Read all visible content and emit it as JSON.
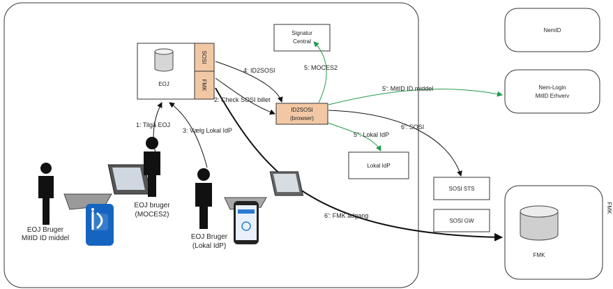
{
  "colors": {
    "green": "#1f9a4a",
    "black": "#111111",
    "orange": "#f2c8a4",
    "phone_blue": "#1565c0"
  },
  "icons": [
    "person-icon",
    "laptop-icon",
    "phone-icon",
    "database-icon"
  ],
  "boxes": {
    "signatur_central": [
      "Signatur",
      "Central"
    ],
    "eoj": "EOJ",
    "sosi_tab": "SOSI",
    "fmk_tab": "FMK",
    "id2sosi": [
      "ID2SOSI",
      "(browser)"
    ],
    "lokal_idp": "Lokal IdP",
    "nemid": "NemID",
    "nemlogin": [
      "Nem-Login",
      "MitID Erhverv"
    ],
    "sosi_sts": "SOSI STS",
    "sosi_gw": "SOSI GW",
    "fmk": "FMK",
    "fmk_region": "FMK"
  },
  "arrows": {
    "a1": "1: Tilgå EOJ",
    "a2": "2: Check SOSI billet",
    "a3": "3: Vælg Lokal IdP",
    "a4": "4: ID2SOSI",
    "a5": "5: MOCES2",
    "a5p": "5': MitID ID middel",
    "a5pp": "5'': Lokal IdP",
    "a6p": "6': SOSI",
    "a6pf": "6': FMK adgang"
  },
  "people": {
    "user1": [
      "EOJ Bruger",
      "MitID ID middel"
    ],
    "user2": [
      "EOJ bruger",
      "(MOCES2)"
    ],
    "user3": [
      "EOJ Bruger",
      "(Lokal IdP)"
    ]
  }
}
